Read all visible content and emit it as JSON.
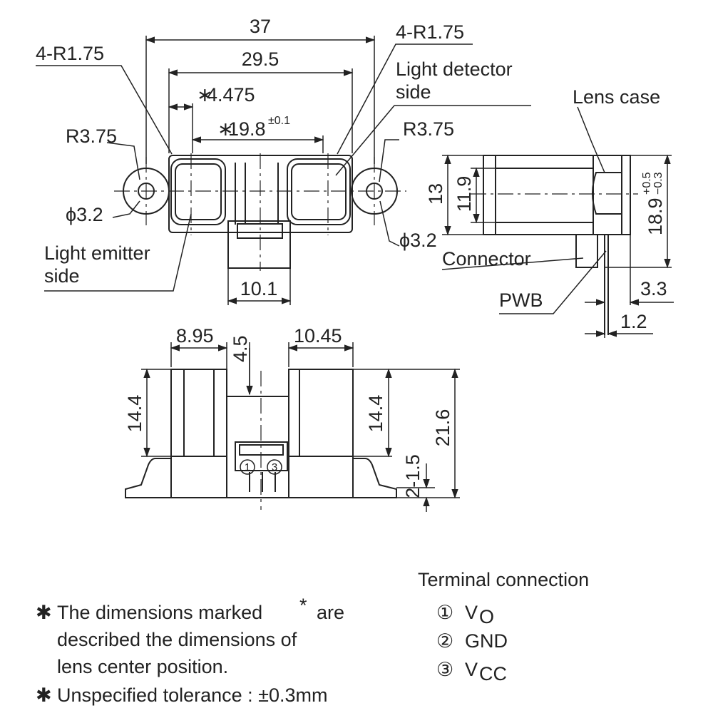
{
  "top_view": {
    "dims": {
      "overall_width": "37",
      "hole_pitch": "29.5",
      "emitter_offset": "4.475",
      "lens_pitch": "19.8",
      "lens_pitch_tol": "±0.1",
      "connector_width": "10.1",
      "corner_radius_left": "4-R1.75",
      "corner_radius_right": "4-R1.75",
      "hole_radius_left": "R3.75",
      "hole_radius_right": "R3.75",
      "hole_dia_left": "ϕ3.2",
      "hole_dia_right": "ϕ3.2",
      "star": "∗"
    },
    "labels": {
      "detector_line1": "Light detector",
      "detector_line2": "side",
      "emitter_line1": "Light emitter",
      "emitter_line2": "side"
    }
  },
  "side_view": {
    "labels": {
      "lens_case": "Lens case",
      "connector": "Connector",
      "pwb": "PWB"
    },
    "dims": {
      "height_13": "13",
      "height_11_9": "11.9",
      "height_18_9": "18.9",
      "tol_plus": "+0.5",
      "tol_minus": "−0.3",
      "dim_3_3": "3.3",
      "dim_1_2": "1.2"
    }
  },
  "front_view": {
    "dims": {
      "w_8_95": "8.95",
      "w_4_5": "4.5",
      "w_10_45": "10.45",
      "h_14_4_left": "14.4",
      "h_14_4_right": "14.4",
      "h_21_6": "21.6",
      "pin_2_1_5": "2-1.5",
      "pin1": "1",
      "pin3": "3"
    }
  },
  "notes": {
    "mark": "✱",
    "note1_line1": "The dimensions marked",
    "note1_star": "*",
    "note1_tail": "are",
    "note1_line2": "described the dimensions of",
    "note1_line3": "lens center position.",
    "note2": "Unspecified tolerance : ±0.3mm"
  },
  "terminal": {
    "title": "Terminal connection",
    "items": [
      {
        "num": "①",
        "name": "V",
        "sub": "O"
      },
      {
        "num": "②",
        "name": "GND",
        "sub": ""
      },
      {
        "num": "③",
        "name": "V",
        "sub": "CC"
      }
    ]
  }
}
